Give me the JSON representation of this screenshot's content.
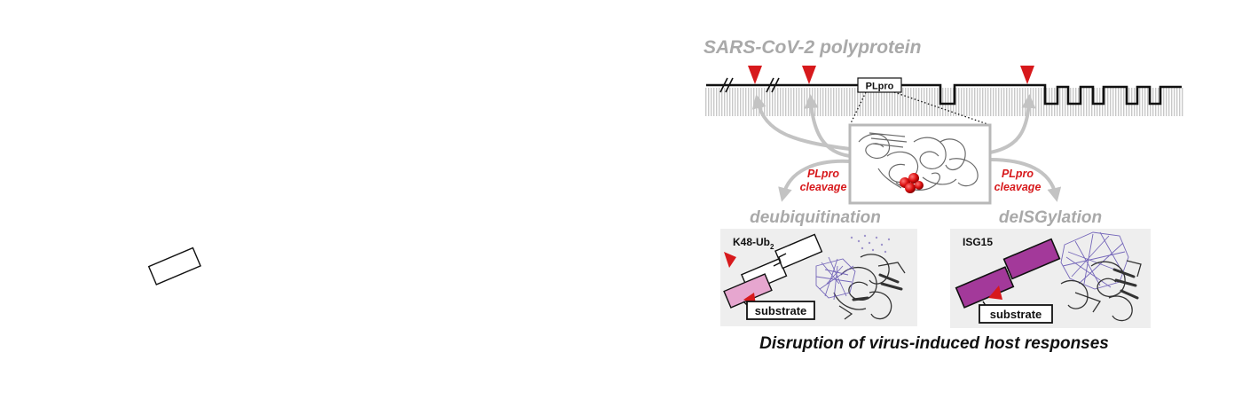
{
  "title": "SARS-CoV-2 polyprotein",
  "enzyme_label": "PLpro",
  "cleavage_left": {
    "line1": "PLpro",
    "line2": "cleavage"
  },
  "cleavage_right": {
    "line1": "PLpro",
    "line2": "cleavage"
  },
  "left_panel": {
    "heading": "deubiquitination",
    "substrate_name": "K48-Ub",
    "substrate_subscript": "2",
    "substrate_box": "substrate"
  },
  "right_panel": {
    "heading": "deISGylation",
    "substrate_name": "ISG15",
    "substrate_box": "substrate"
  },
  "caption": "Disruption of virus-induced host responses",
  "colors": {
    "title_gray": "#a9a9a9",
    "cleavage_red": "#d7191c",
    "ub_pink": "#e6a6cf",
    "isg_magenta": "#a3399a",
    "panel_gray": "#eeeeee",
    "membrane_gray": "#c8c8c8",
    "mesh_purple": "#6a5ab5"
  }
}
